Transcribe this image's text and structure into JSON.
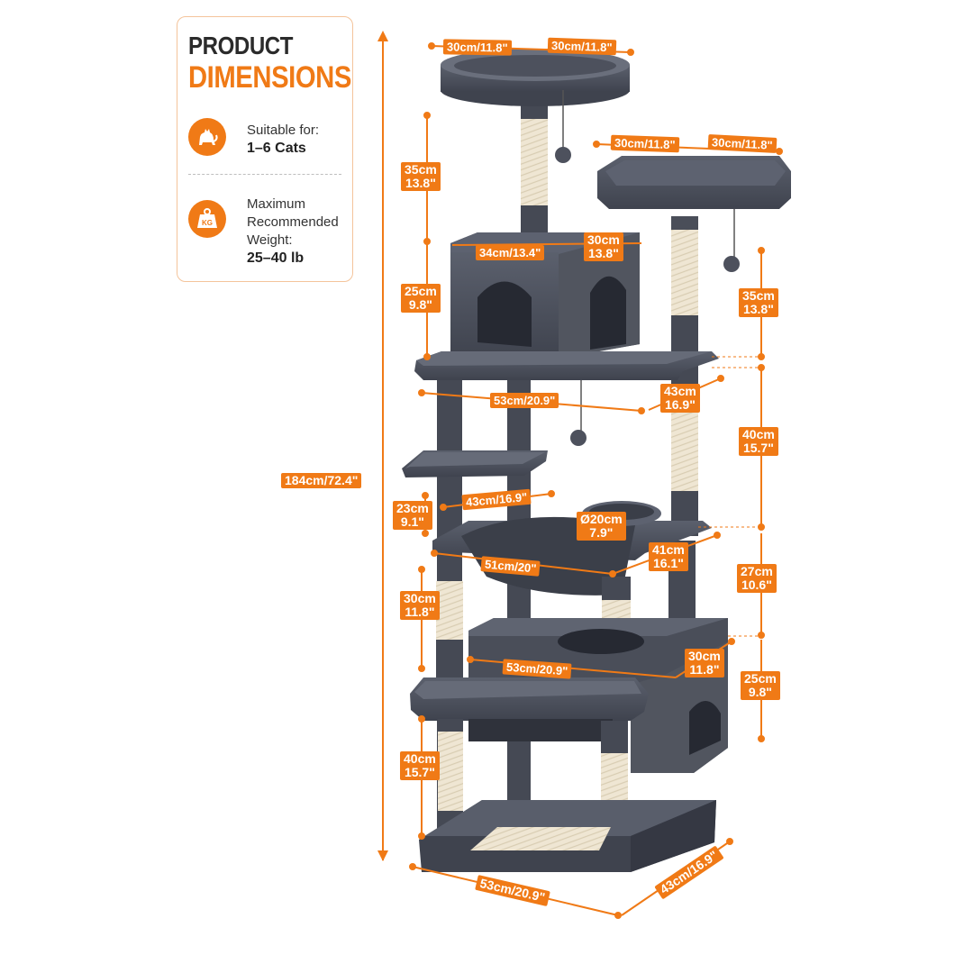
{
  "card": {
    "title_line1": "PRODUCT",
    "title_line2": "DIMENSIONS",
    "suitable_label": "Suitable for:",
    "suitable_value": "1–6 Cats",
    "weight_label_1": "Maximum",
    "weight_label_2": "Recommended",
    "weight_label_3": "Weight:",
    "weight_value": "25–40 lb",
    "kg_text": "KG"
  },
  "colors": {
    "accent": "#f07a16",
    "plush": "#4b4f5c",
    "sisal": "#ece3cf",
    "text": "#2b2b2b"
  },
  "icons": [
    "cat-icon",
    "weight-kg-icon"
  ],
  "dimensions": {
    "overall_height": "184cm/72.4\"",
    "top_perch_w": "30cm/11.8\"",
    "top_perch_d": "30cm/11.8\"",
    "side_perch_w": "30cm/11.8\"",
    "side_perch_d": "30cm/11.8\"",
    "top_post_h_1": "35cm",
    "top_post_h_2": "13.8\"",
    "condo_w": "34cm/13.4\"",
    "condo_d_1": "30cm",
    "condo_d_2": "13.8\"",
    "condo_h_1": "25cm",
    "condo_h_2": "9.8\"",
    "side_post_h_1": "35cm",
    "side_post_h_2": "13.8\"",
    "platform_w": "53cm/20.9\"",
    "platform_d_1": "43cm",
    "platform_d_2": "16.9\"",
    "mid_post_h_1": "40cm",
    "mid_post_h_2": "15.7\"",
    "step_h_1": "23cm",
    "step_h_2": "9.1\"",
    "step_w": "43cm/16.9\"",
    "bowl_d_1": "Ø20cm",
    "bowl_d_2": "7.9\"",
    "hammock_w": "51cm/20\"",
    "hammock_d_1": "41cm",
    "hammock_d_2": "16.1\"",
    "hammock_post_h_1": "27cm",
    "hammock_post_h_2": "10.6\"",
    "lower_post_h_1": "30cm",
    "lower_post_h_2": "11.8\"",
    "lower_condo_w": "53cm/20.9\"",
    "lower_condo_d_1": "30cm",
    "lower_condo_d_2": "11.8\"",
    "lower_condo_h_1": "25cm",
    "lower_condo_h_2": "9.8\"",
    "base_post_h_1": "40cm",
    "base_post_h_2": "15.7\"",
    "base_w": "53cm/20.9\"",
    "base_d": "43cm/16.9\""
  }
}
